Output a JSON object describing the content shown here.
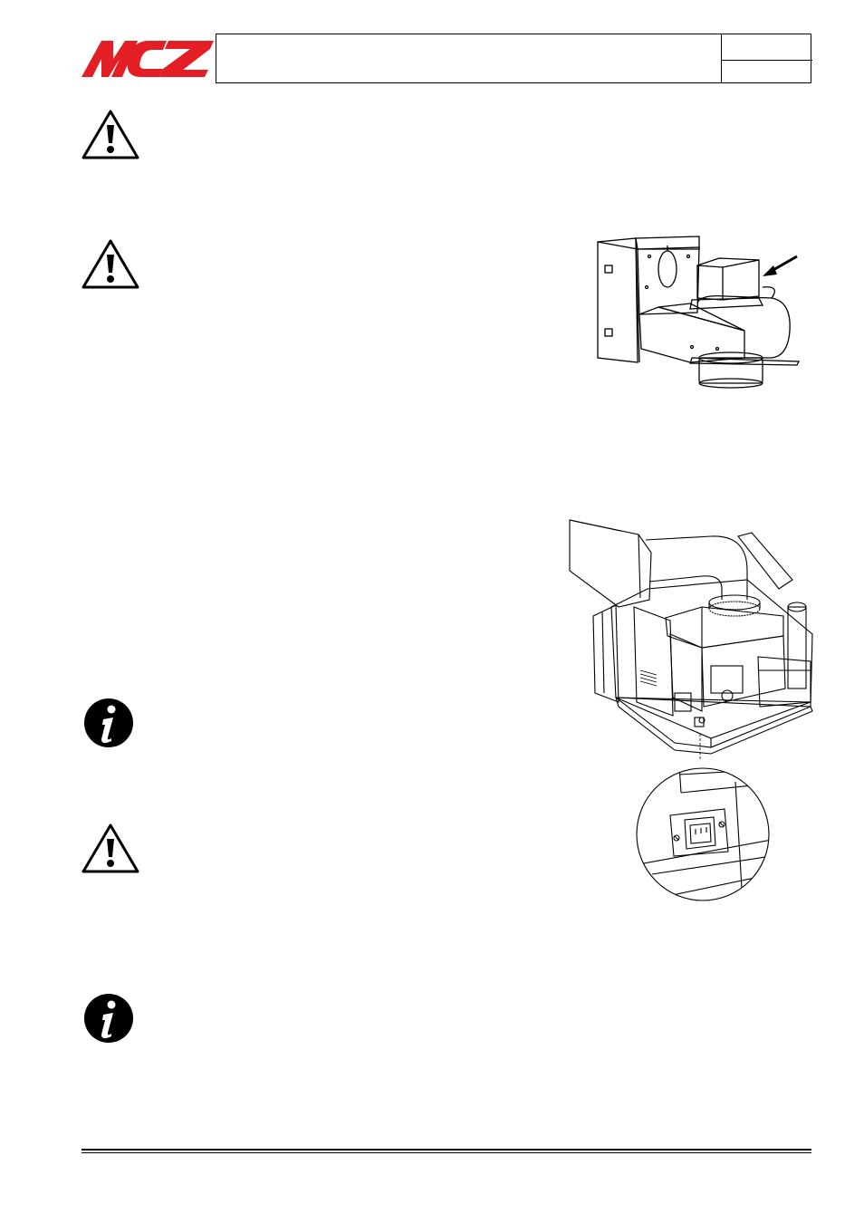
{
  "brand": {
    "logo_text": "MCZ",
    "color": "#e31e24"
  },
  "icons": {
    "warning": "warning-triangle-icon",
    "info": "info-circle-icon",
    "arrow": "arrow-icon"
  },
  "figures": {
    "fan_motor": "fan-motor-assembly-drawing",
    "stove_back": "stove-rear-assembly-drawing",
    "power_socket": "power-socket-detail-drawing"
  }
}
